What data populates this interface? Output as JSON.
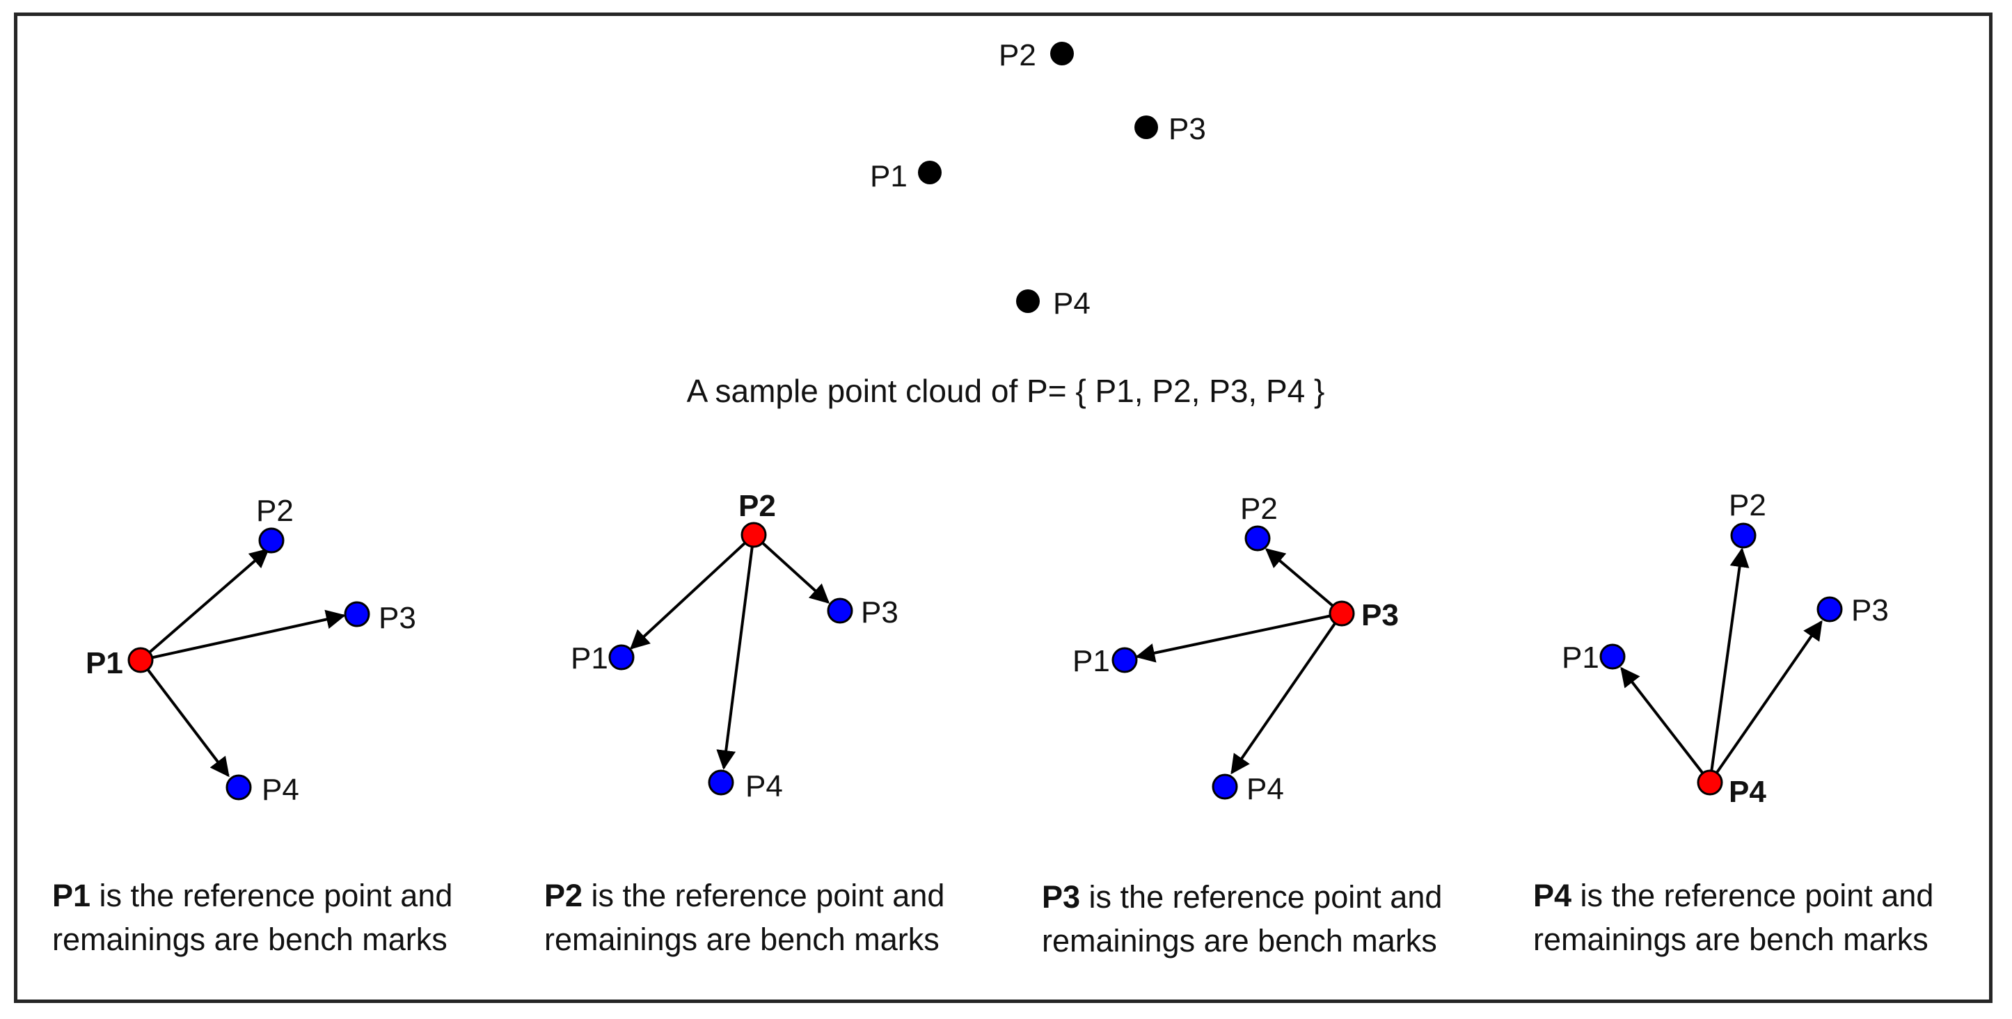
{
  "colors": {
    "border": "#262626",
    "cloud_point": "#000000",
    "reference_point": "#ff0000",
    "bench_point": "#0000ff",
    "arrow": "#000000"
  },
  "cloud": {
    "points": [
      {
        "label": "P2"
      },
      {
        "label": "P3"
      },
      {
        "label": "P1"
      },
      {
        "label": "P4"
      }
    ],
    "caption": "A sample point cloud of P= { P1, P2, P3, P4 }"
  },
  "panels": [
    {
      "reference": "P1",
      "labels": {
        "P1": "P1",
        "P2": "P2",
        "P3": "P3",
        "P4": "P4"
      },
      "description_bold": "P1",
      "description_line1": " is the reference point and",
      "description_line2": "remainings are bench marks"
    },
    {
      "reference": "P2",
      "labels": {
        "P1": "P1",
        "P2": "P2",
        "P3": "P3",
        "P4": "P4"
      },
      "description_bold": "P2",
      "description_line1": " is the reference point and",
      "description_line2": "remainings are bench marks"
    },
    {
      "reference": "P3",
      "labels": {
        "P1": "P1",
        "P2": "P2",
        "P3": "P3",
        "P4": "P4"
      },
      "description_bold": "P3",
      "description_line1": " is the reference point and",
      "description_line2": "remainings are bench marks"
    },
    {
      "reference": "P4",
      "labels": {
        "P1": "P1",
        "P2": "P2",
        "P3": "P3",
        "P4": "P4"
      },
      "description_bold": "P4",
      "description_line1": " is the reference point and",
      "description_line2": "remainings are bench marks"
    }
  ]
}
